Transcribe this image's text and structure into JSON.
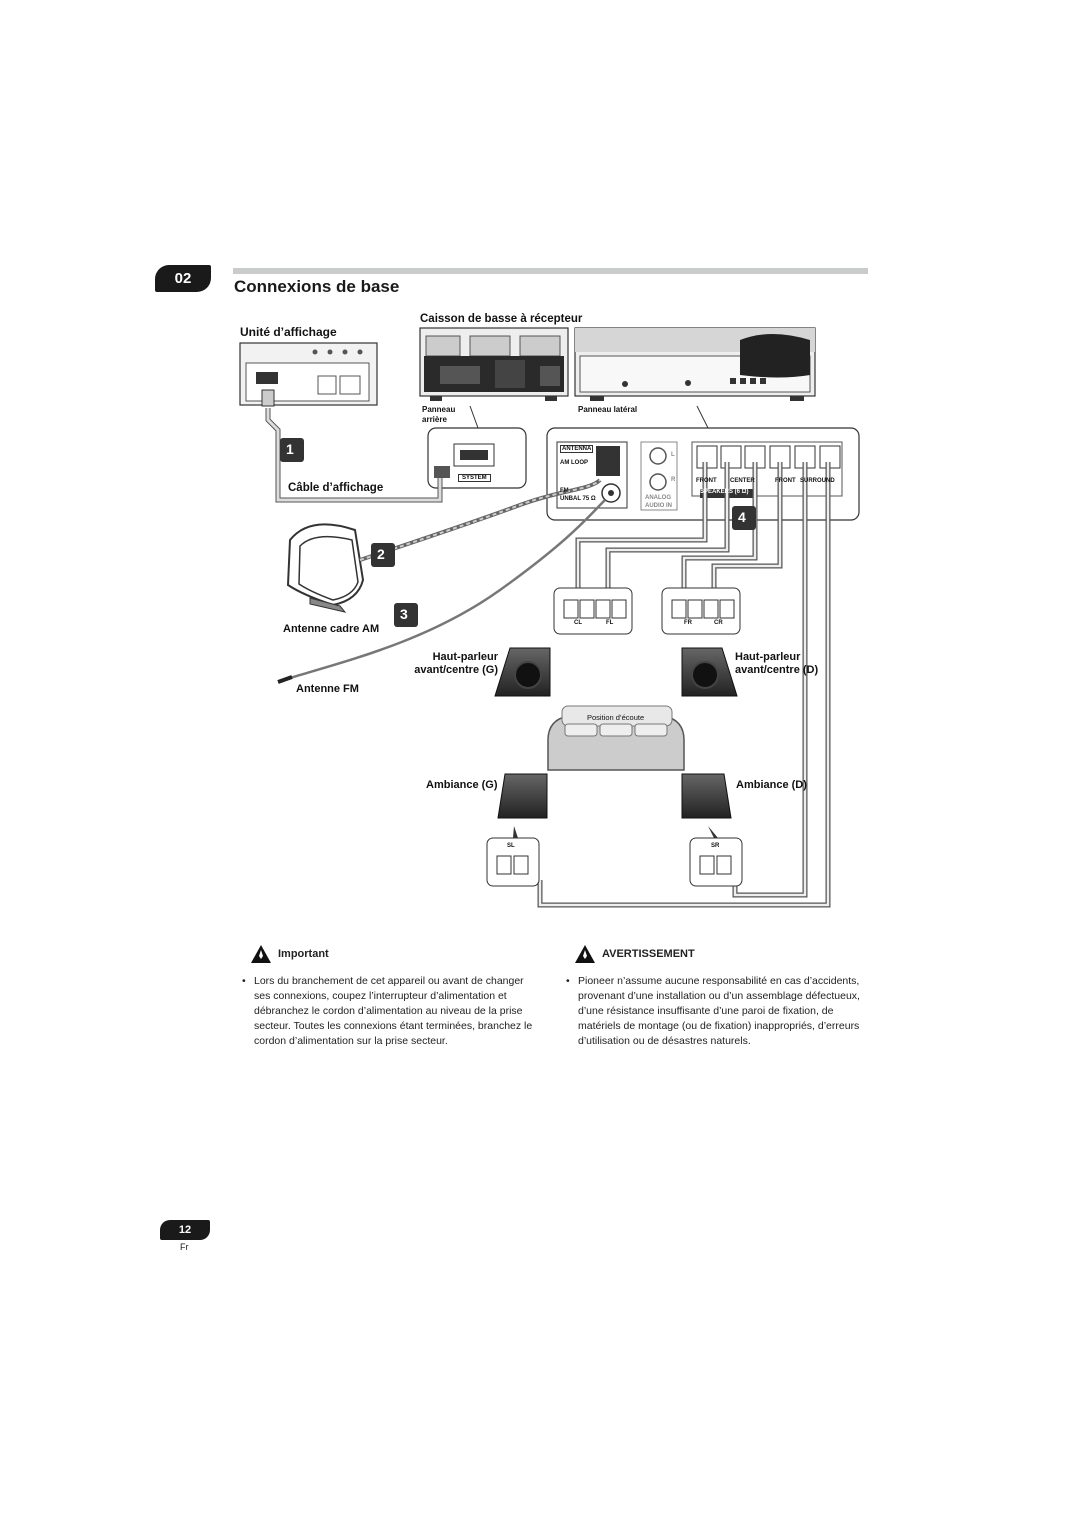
{
  "header": {
    "chapter": "02",
    "title": "Connexions de base"
  },
  "labels": {
    "display_unit": "Unité d’affichage",
    "subwoofer_receiver": "Caisson de basse à récepteur",
    "rear_panel": "Panneau arrière",
    "side_panel": "Panneau latéral",
    "display_cable": "Câble d’affichage",
    "am_loop": "Antenne cadre AM",
    "fm_antenna": "Antenne FM",
    "front_center_left": "Haut-parleur avant/centre (G)",
    "front_center_right": "Haut-parleur avant/centre (D)",
    "surround_left": "Ambiance (G)",
    "surround_right": "Ambiance (D)",
    "listening_position": "Position d’écoute"
  },
  "steps": [
    "1",
    "2",
    "3",
    "4"
  ],
  "panel_text": {
    "antenna": "ANTENNA",
    "am_loop": "AM LOOP",
    "fm": "FM",
    "unbal": "UNBAL 75 Ω",
    "system": "SYSTEM",
    "analog": "ANALOG",
    "audio_in": "AUDIO IN",
    "front": "FRONT",
    "center": "CENTER",
    "surround": "SURROUND",
    "speakers": "SPEAKERS (6 Ω)",
    "l": "L",
    "r": "R"
  },
  "terminals": {
    "cl": "CL",
    "fl": "FL",
    "fr": "FR",
    "cr": "CR",
    "sl": "SL",
    "sr": "SR"
  },
  "important": {
    "heading": "Important",
    "text": "Lors du branchement de cet appareil ou avant de changer ses connexions, coupez l’interrupteur d’alimentation et débranchez le cordon d’alimentation au niveau de la prise secteur. Toutes les connexions étant terminées, branchez le cordon d’alimentation sur la prise secteur."
  },
  "warning": {
    "heading": "AVERTISSEMENT",
    "text": "Pioneer n’assume aucune responsabilité en cas d’accidents, provenant d’une installation ou d’un assemblage défectueux, d’une résistance insuffisante d’une paroi de fixation, de matériels de montage (ou de fixation) inappropriés, d’erreurs d’utilisation ou de désastres naturels."
  },
  "footer": {
    "page": "12",
    "lang": "Fr"
  }
}
